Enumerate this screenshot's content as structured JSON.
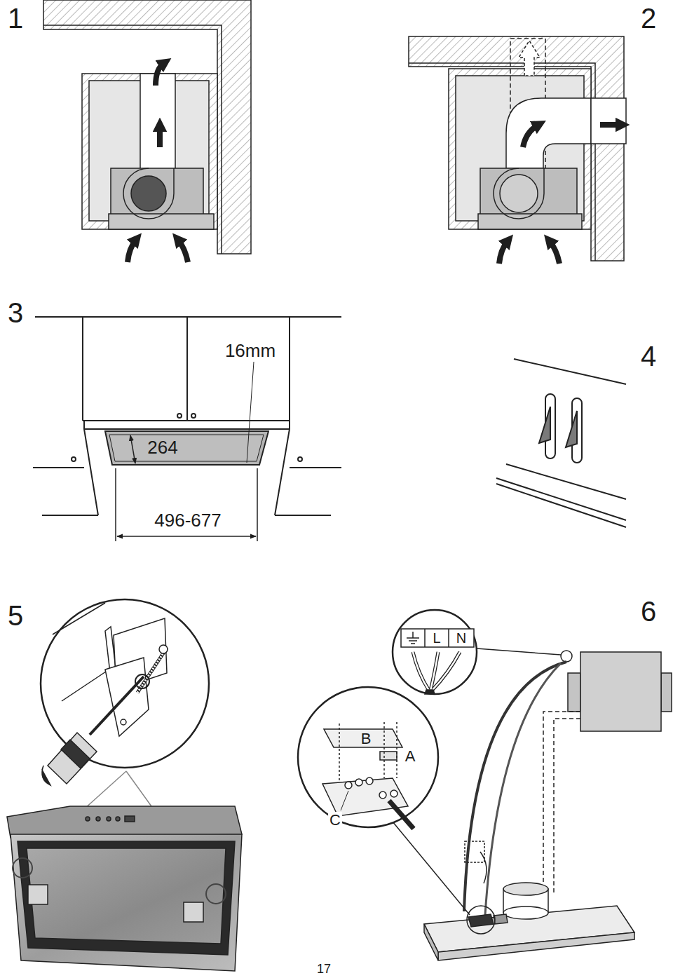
{
  "diagram": {
    "labels": [
      "1",
      "2",
      "3",
      "16mm",
      "264",
      "496-677",
      "4",
      "5",
      "6",
      "L",
      "N",
      "B",
      "A",
      "C",
      "17"
    ]
  }
}
